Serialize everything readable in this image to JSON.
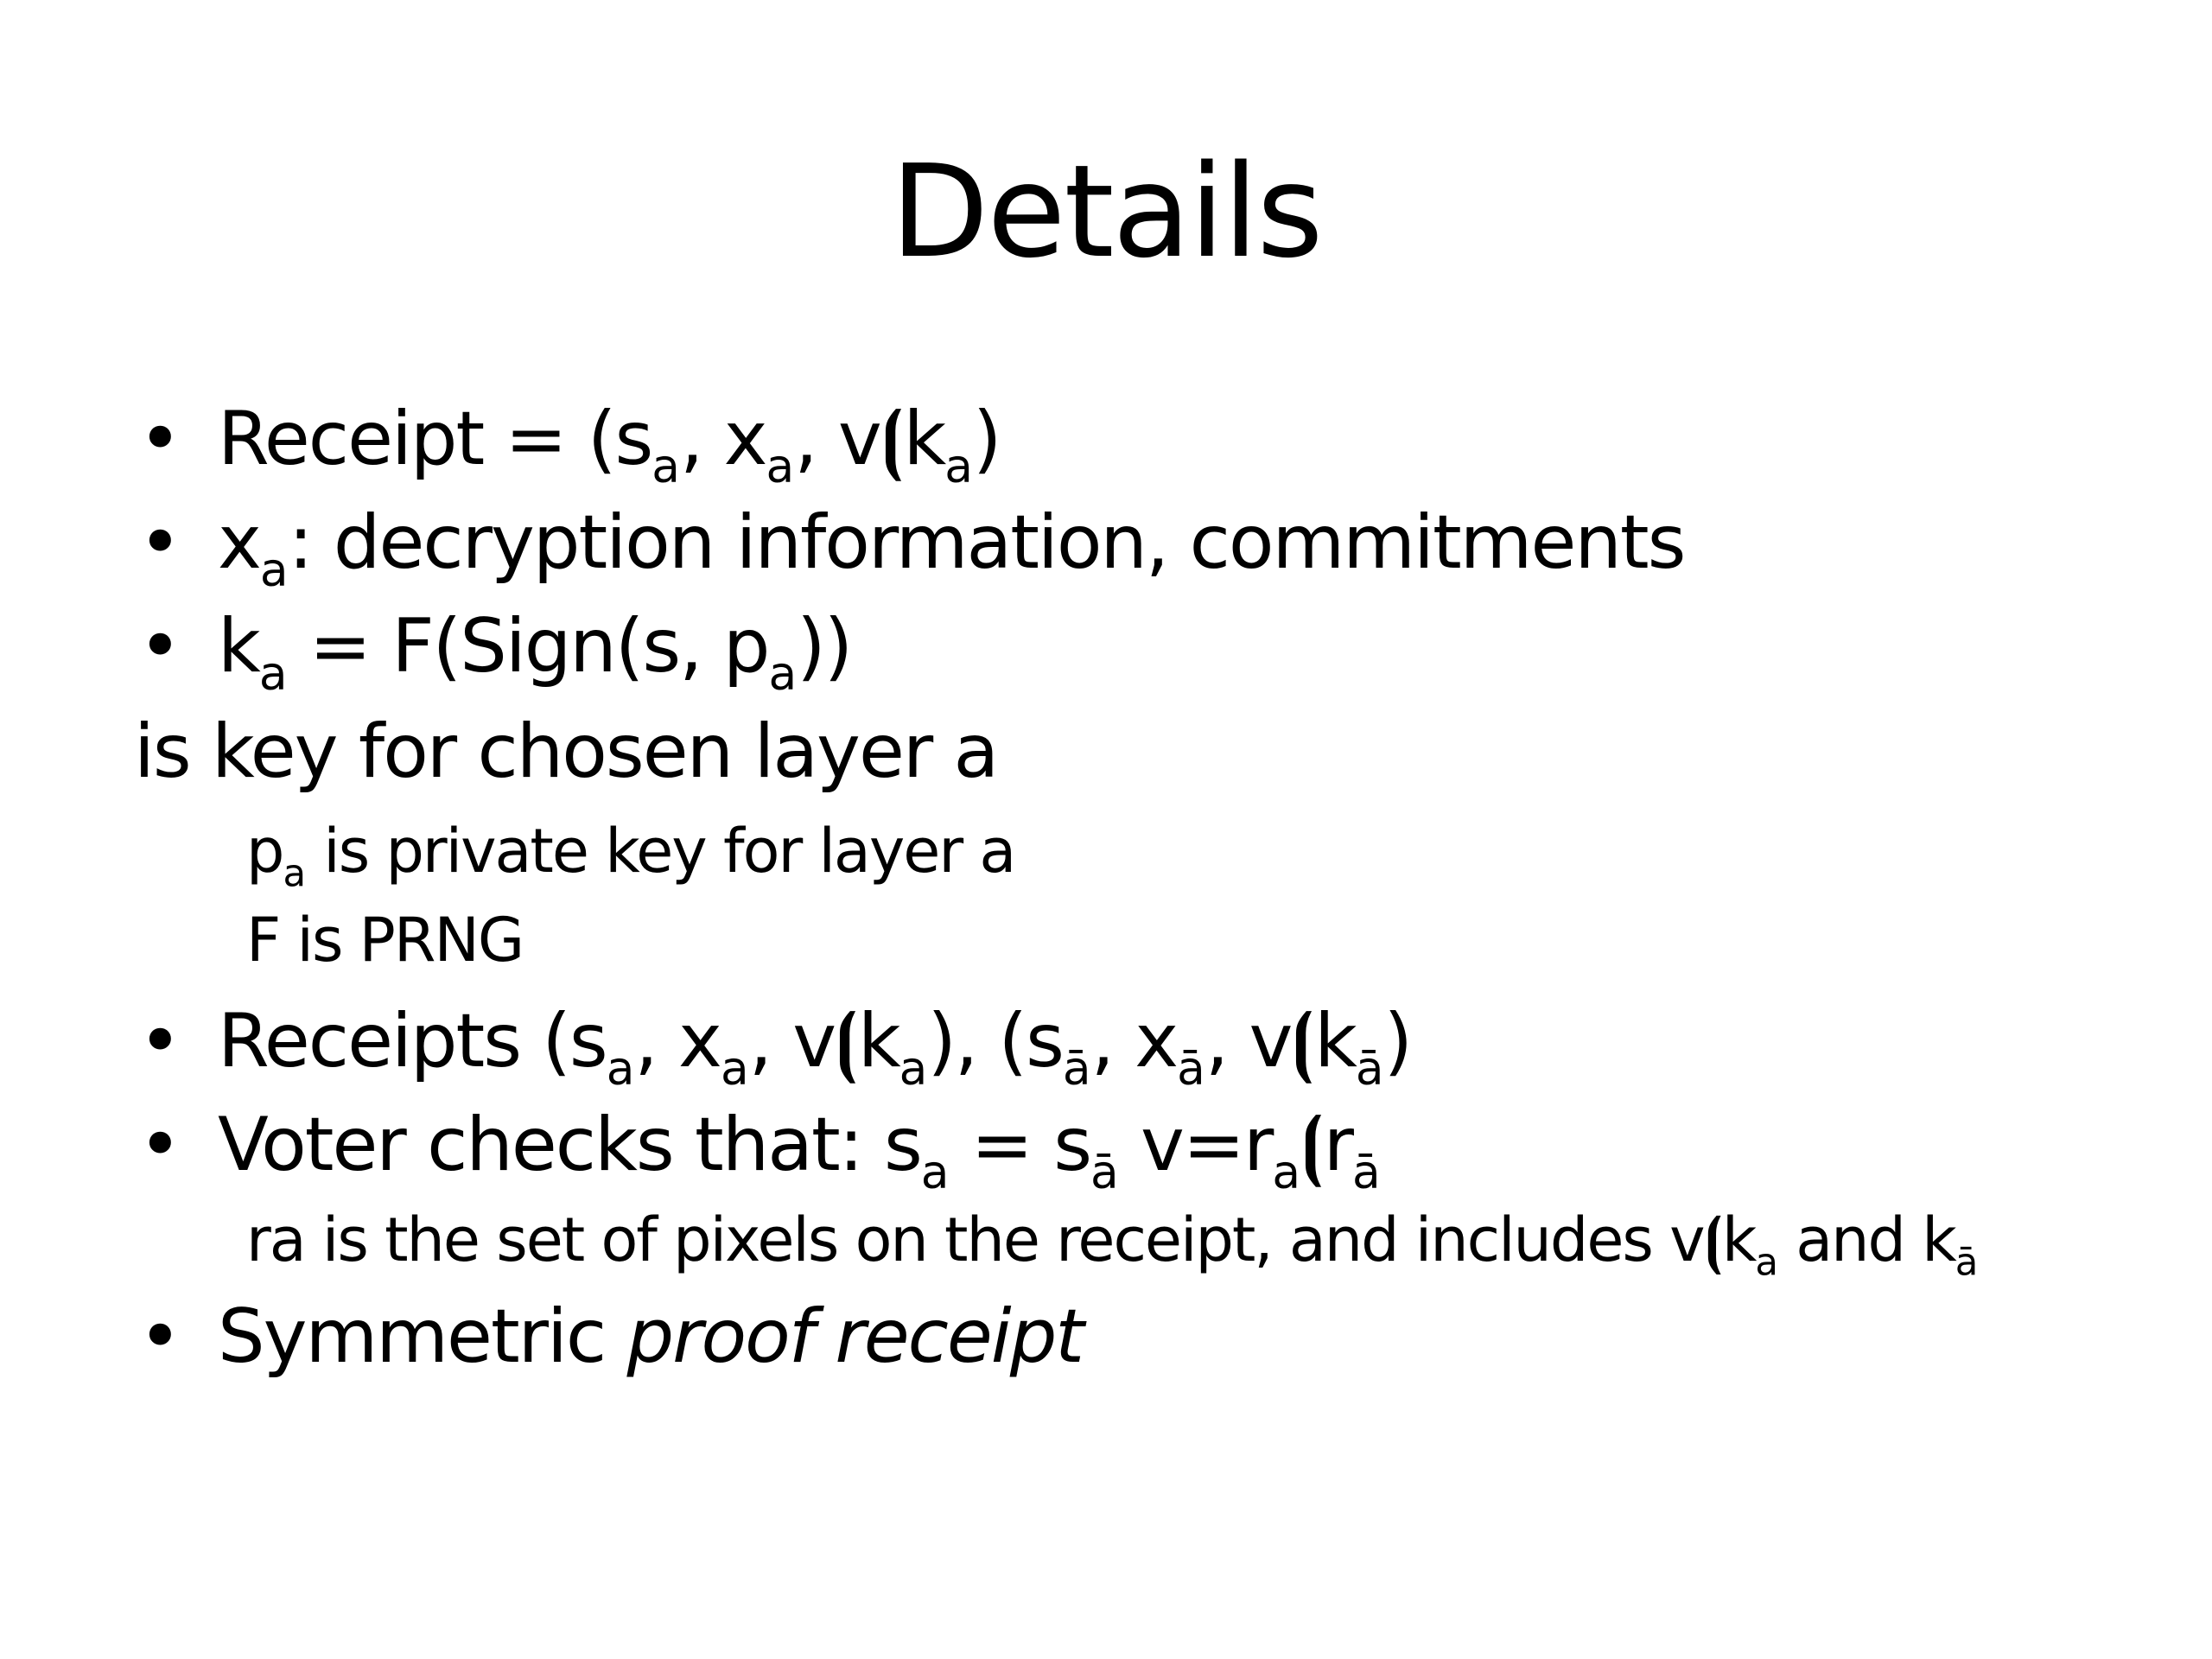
{
  "slide": {
    "title": "Details",
    "bullet_symbol": "•",
    "items": [
      {
        "parts": [
          "Receipt = (s",
          "a",
          ", x",
          "a",
          ", v",
          "⦗",
          "k",
          "a",
          ")"
        ]
      },
      {
        "parts": [
          "x",
          "a",
          ": decryption information, commitments"
        ]
      },
      {
        "parts": [
          "k",
          "a",
          " = F(Sign(s, p",
          "a",
          "))"
        ]
      },
      {
        "continuation": "is key for chosen layer a"
      },
      {
        "sub1_parts": [
          "p",
          "a",
          " is private key for layer a"
        ],
        "sub2": "F is PRNG"
      },
      {
        "parts": [
          "Receipts (s",
          "a",
          ", x",
          "a",
          ", v",
          "⦗",
          "k",
          "a",
          "), (s",
          "ā",
          ", x",
          "ā",
          ", v",
          "⦗",
          "k",
          "ā",
          ")"
        ]
      },
      {
        "parts": [
          "Voter checks that: s",
          "a",
          " = s",
          "ā",
          " v=r",
          "a",
          "⦗",
          "r",
          "ā"
        ]
      },
      {
        "sub_parts": [
          "ra is the set of pixels on the receipt, and includes v",
          "⦗",
          "k",
          "a",
          " and k",
          "ā"
        ]
      },
      {
        "plain": "Symmetric ",
        "italic": "proof receipt"
      }
    ]
  }
}
